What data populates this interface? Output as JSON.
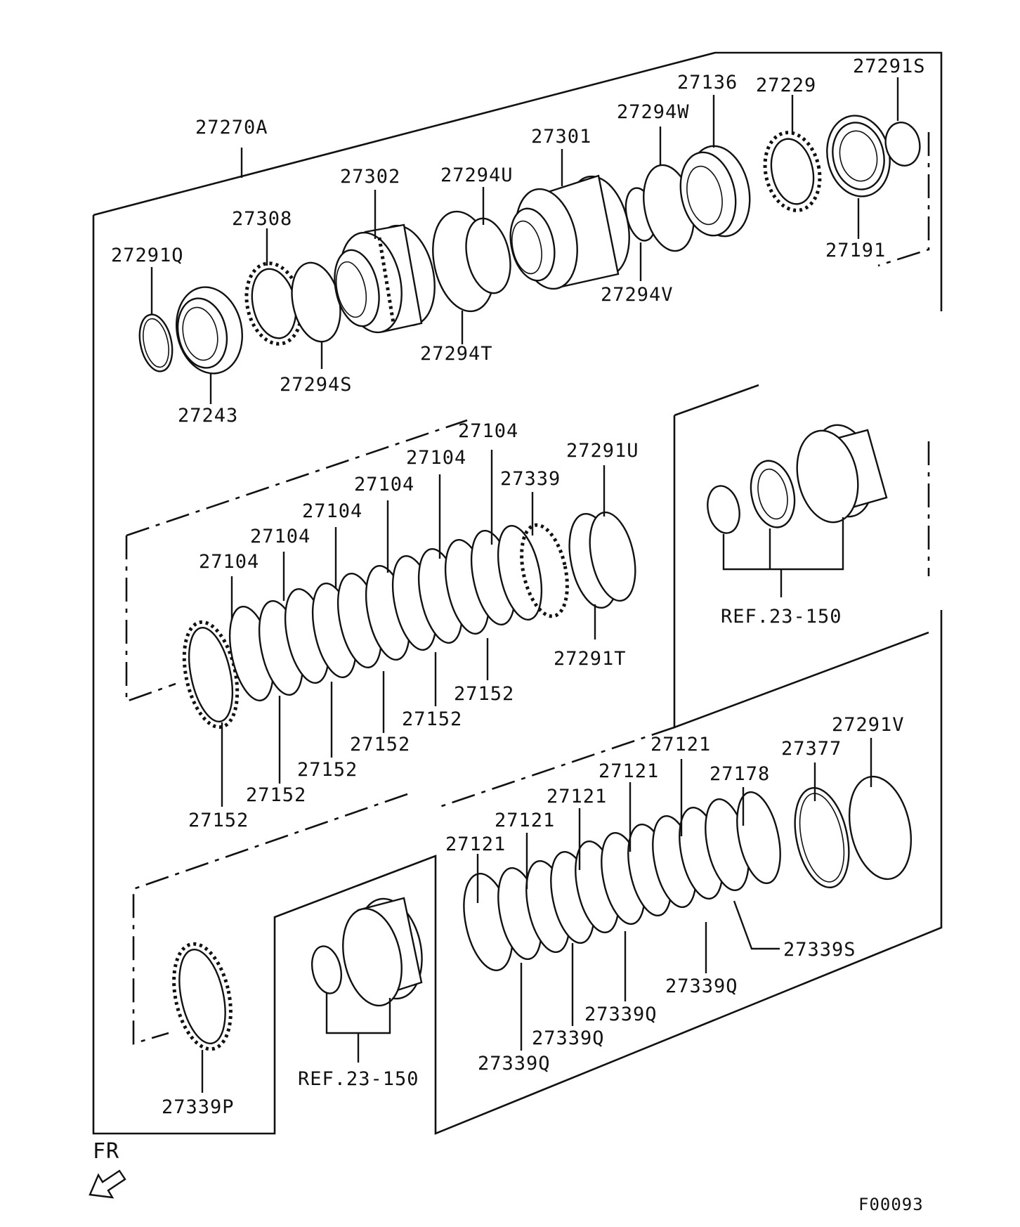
{
  "labels": {
    "assembly": "27270A",
    "snap_ring_q": "27291Q",
    "part_27243": "27243",
    "part_27308": "27308",
    "seal_s": "27294S",
    "drum_27302": "27302",
    "seal_t": "27294T",
    "seal_u": "27294U",
    "drum_27301": "27301",
    "seal_v": "27294V",
    "seal_w": "27294W",
    "piston_27136": "27136",
    "part_27229": "27229",
    "snap_ring_s": "27291S",
    "bearing_27191": "27191",
    "plate_27104": "27104",
    "plate_27152": "27152",
    "plate_27339": "27339",
    "snap_ring_u": "27291U",
    "snap_ring_t": "27291T",
    "ref_top": "REF.23-150",
    "plate_27121": "27121",
    "plate_27178": "27178",
    "part_27377": "27377",
    "snap_ring_v": "27291V",
    "plate_27339s": "27339S",
    "plate_27339q": "27339Q",
    "plate_27339p": "27339P",
    "ref_bottom": "REF.23-150",
    "direction": "FR",
    "figure_code": "F00093"
  }
}
